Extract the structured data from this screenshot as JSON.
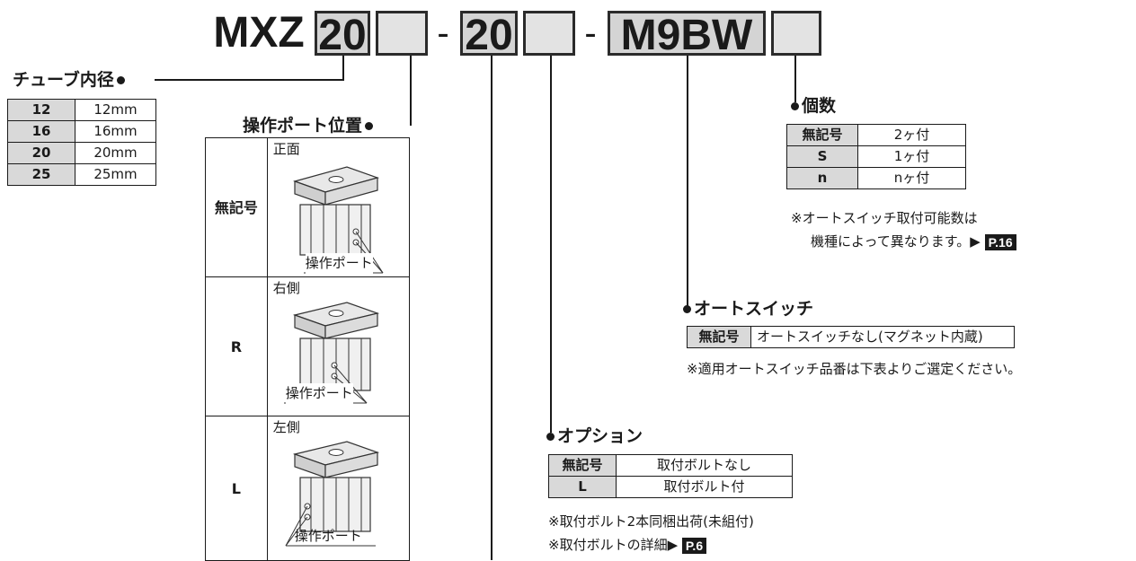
{
  "model_code": {
    "prefix": "MXZ",
    "bore_value": "20",
    "dash1": "-",
    "stroke_value": "20",
    "dash2": "-",
    "switch_value": "M9BW"
  },
  "tube_bore": {
    "heading": "チューブ内径",
    "rows": [
      {
        "code": "12",
        "value": "12mm"
      },
      {
        "code": "16",
        "value": "16mm"
      },
      {
        "code": "20",
        "value": "20mm"
      },
      {
        "code": "25",
        "value": "25mm"
      }
    ]
  },
  "port_position": {
    "heading": "操作ポート位置",
    "rows": [
      {
        "code": "無記号",
        "side": "正面",
        "port_label": "操作ポート"
      },
      {
        "code": "R",
        "side": "右側",
        "port_label": "操作ポート"
      },
      {
        "code": "L",
        "side": "左側",
        "port_label": "操作ポート"
      }
    ]
  },
  "count": {
    "heading": "個数",
    "rows": [
      {
        "code": "無記号",
        "value": "2ヶ付"
      },
      {
        "code": "S",
        "value": "1ヶ付"
      },
      {
        "code": "n",
        "value": "nヶ付"
      }
    ],
    "note_line1": "※オートスイッチ取付可能数は",
    "note_line2": "機種によって異なります。▶",
    "page_ref": "P.16"
  },
  "auto_switch": {
    "heading": "オートスイッチ",
    "code": "無記号",
    "value": "オートスイッチなし(マグネット内蔵)",
    "note": "※適用オートスイッチ品番は下表よりご選定ください。"
  },
  "option": {
    "heading": "オプション",
    "rows": [
      {
        "code": "無記号",
        "value": "取付ボルトなし"
      },
      {
        "code": "L",
        "value": "取付ボルト付"
      }
    ],
    "note1": "※取付ボルト2本同梱出荷(未組付)",
    "note2": "※取付ボルトの詳細▶",
    "page_ref": "P.6"
  },
  "colors": {
    "box_fill": "#d4d4d4",
    "key_cell": "#d9d9d9",
    "ink": "#1a1a1a"
  }
}
